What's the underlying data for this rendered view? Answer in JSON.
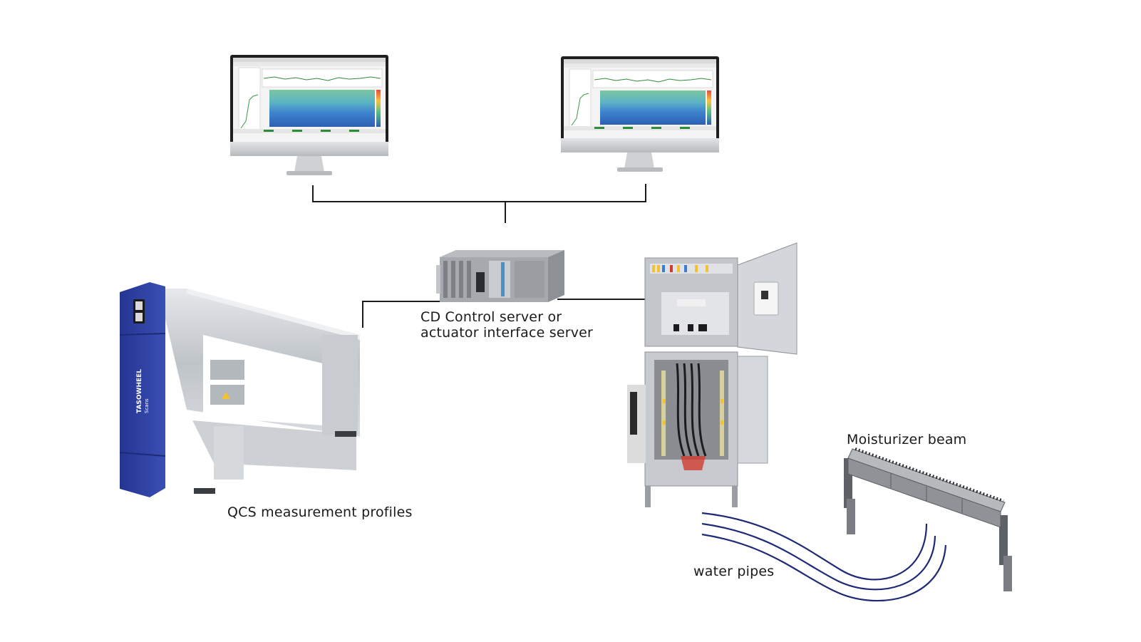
{
  "labels": {
    "server_line1": "CD Control server or",
    "server_line2": "actuator interface server",
    "qcs": "QCS measurement profiles",
    "moisturizer": "Moisturizer beam",
    "water_pipes": "water pipes"
  },
  "logo_text": {
    "brand": "TASOWHEEL",
    "sub": "Scans"
  },
  "colors": {
    "line": "#1a1a1a",
    "pipe": "#1e2a78",
    "qcs_blue": "#2c3e9a",
    "steel": "#c9cdd2",
    "heatmap_top": "#5bb3a6",
    "heatmap_bottom": "#2f6fbf"
  }
}
